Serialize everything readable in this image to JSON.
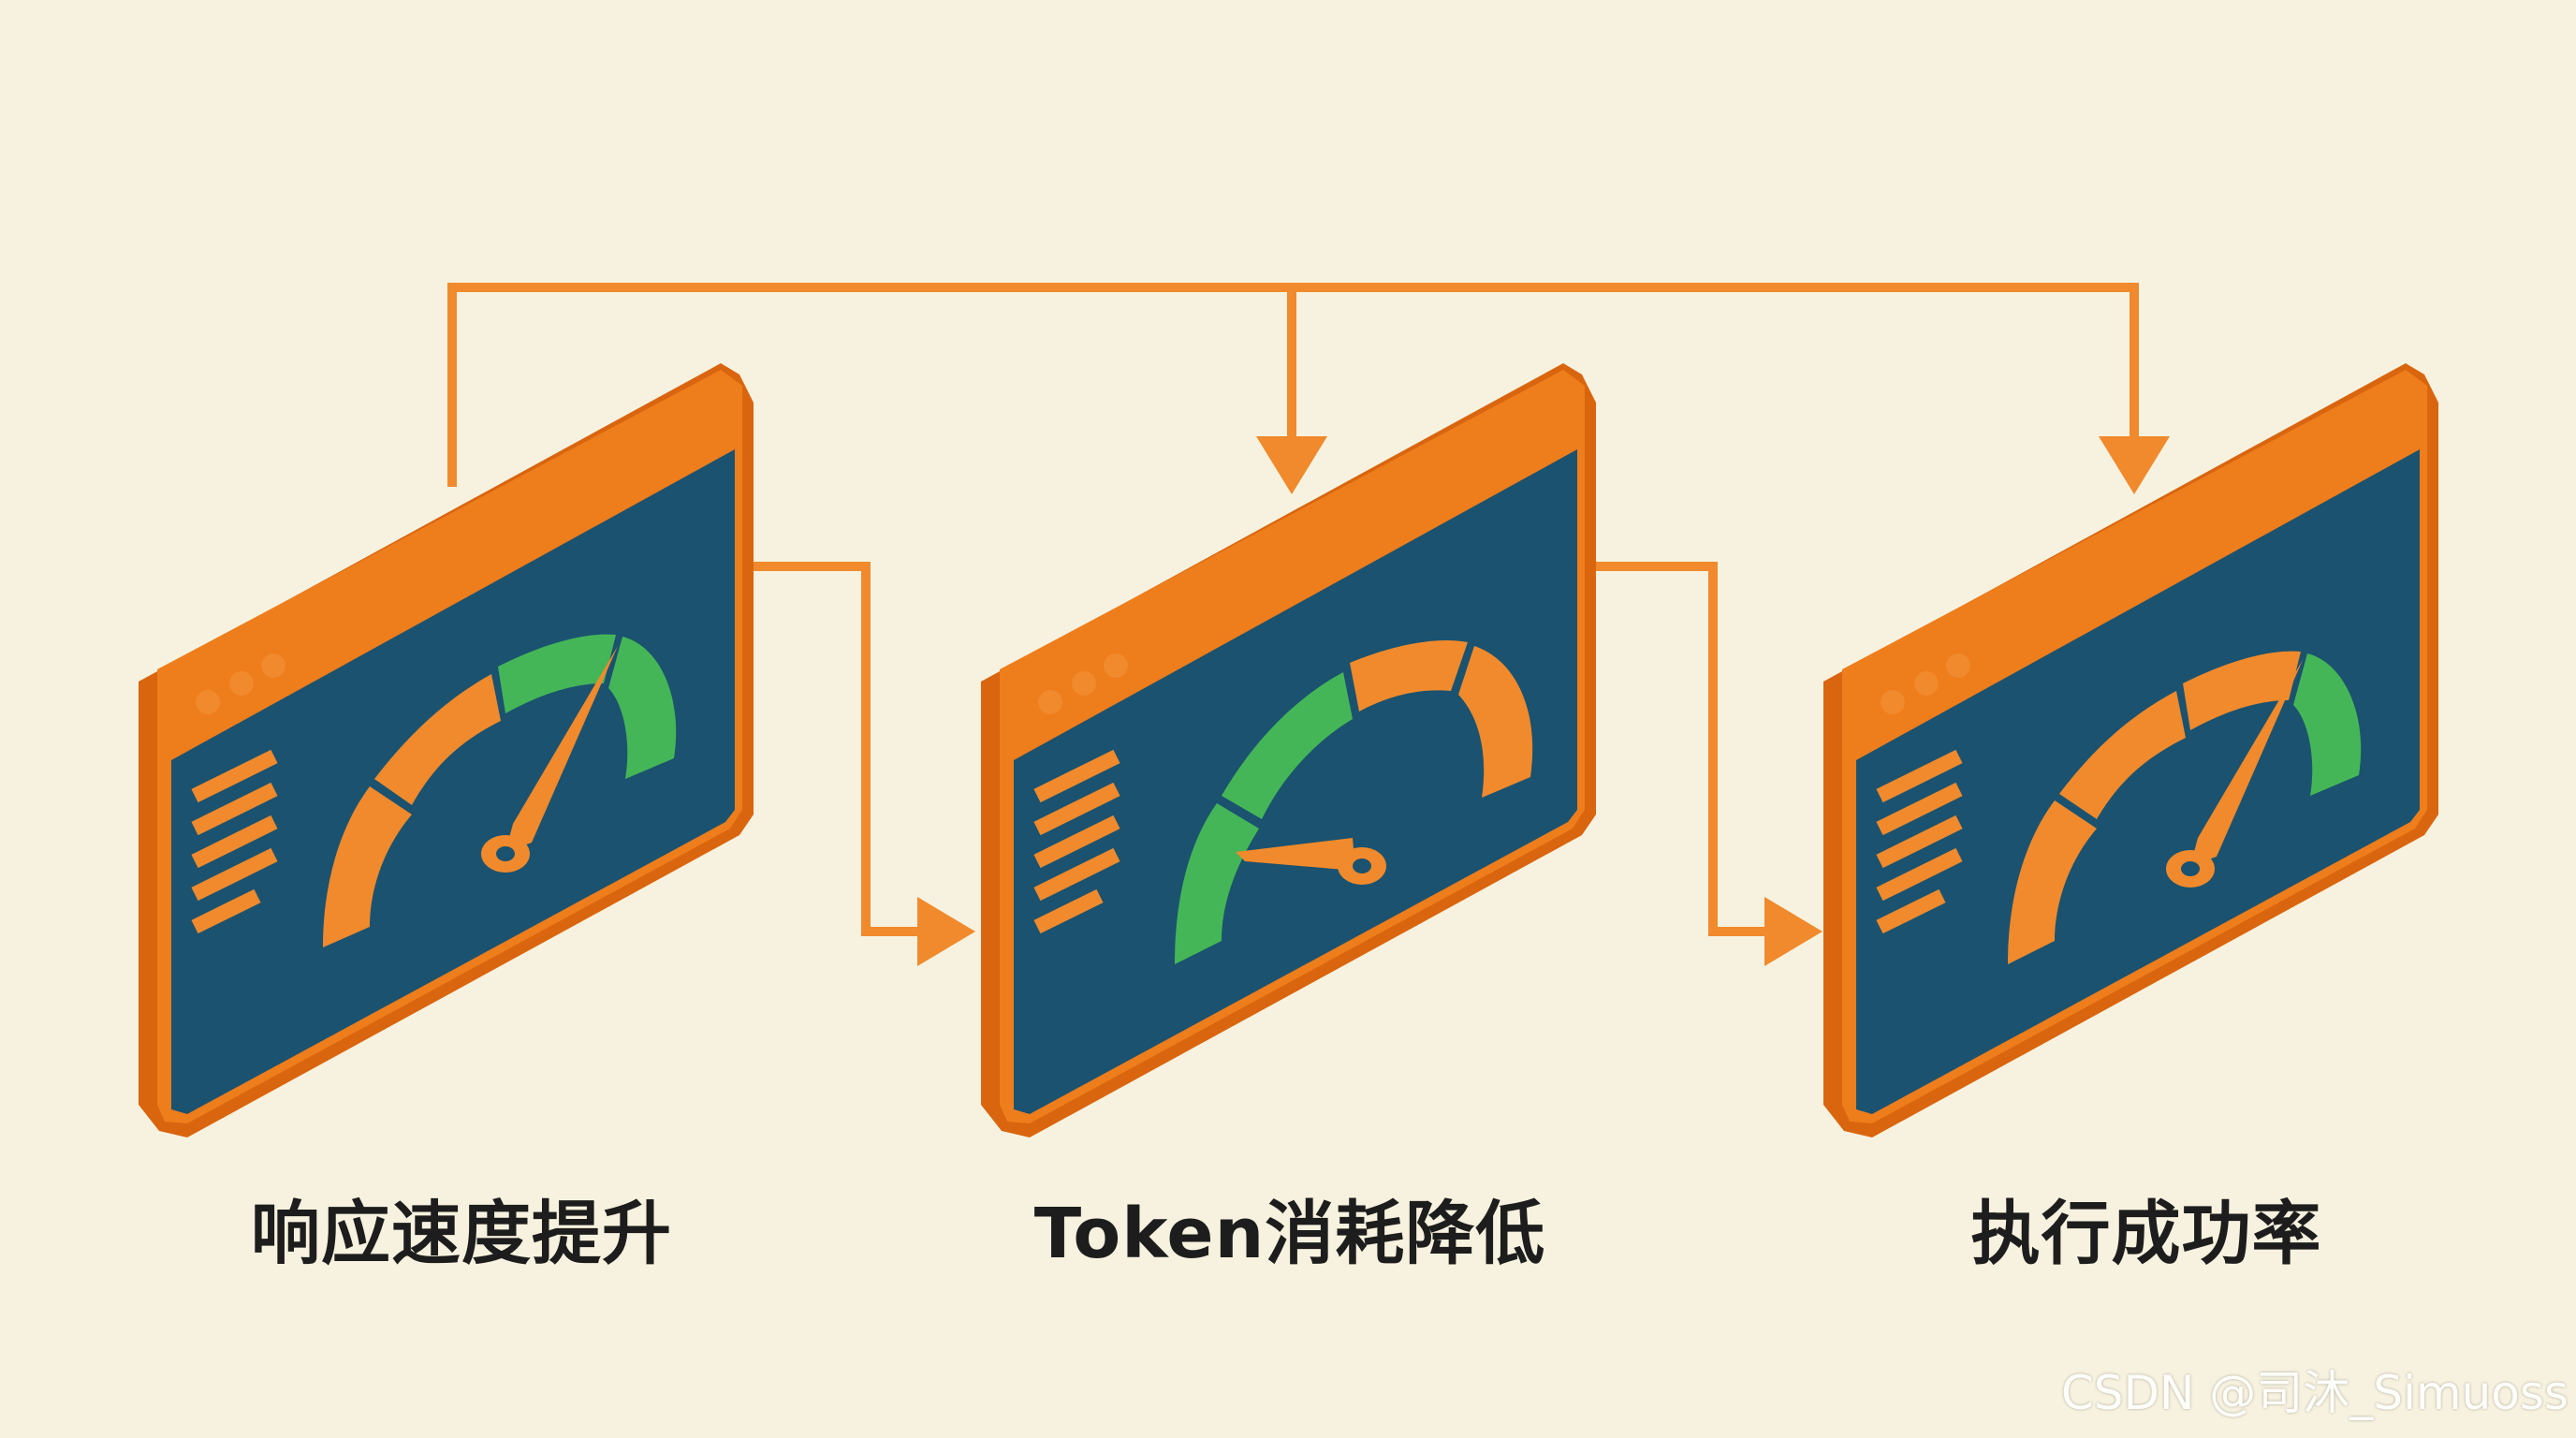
{
  "colors": {
    "background": "#f7f2df",
    "frame_orange": "#ee7d1c",
    "frame_orange_dark": "#d9650e",
    "panel_navy": "#1b526f",
    "gauge_orange": "#f08a2c",
    "gauge_green": "#44b657",
    "connector_orange": "#f08a2c",
    "label_text": "#1d1d1d"
  },
  "panels": [
    {
      "id": "response-speed",
      "label": "响应速度提升",
      "gauge_highlight": "high-green",
      "needle": "pointing-upper-right"
    },
    {
      "id": "token-cost",
      "label": "Token消耗降低",
      "gauge_highlight": "low-green",
      "needle": "pointing-left-low"
    },
    {
      "id": "success-rate",
      "label": "执行成功率",
      "gauge_highlight": "high-green-small",
      "needle": "pointing-upper-right"
    }
  ],
  "icons": [
    "browser-window-icon",
    "speedometer-gauge-icon",
    "text-lines-icon",
    "window-dots-icon",
    "arrow-head-icon"
  ],
  "watermark": "CSDN @司沐_Simuoss"
}
